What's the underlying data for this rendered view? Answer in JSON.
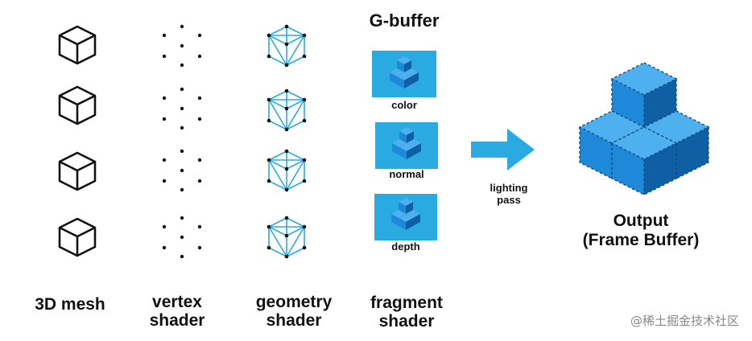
{
  "columns": {
    "mesh": "3D mesh",
    "vertex_line1": "vertex",
    "vertex_line2": "shader",
    "geometry_line1": "geometry",
    "geometry_line2": "shader",
    "fragment_line1": "fragment",
    "fragment_line2": "shader"
  },
  "gbuffer": {
    "title": "G-buffer",
    "buffers": [
      "color",
      "normal",
      "depth"
    ]
  },
  "arrow": {
    "label_line1": "lighting",
    "label_line2": "pass"
  },
  "output": {
    "line1": "Output",
    "line2": "(Frame Buffer)"
  },
  "watermark": "@稀土掘金技术社区",
  "colors": {
    "accent_blue": "#29ABE2",
    "cube_blue": "#1E88D9",
    "cube_blue_dark": "#0F5FA5",
    "cube_blue_light": "#4FB0F0",
    "stroke": "#111111"
  }
}
